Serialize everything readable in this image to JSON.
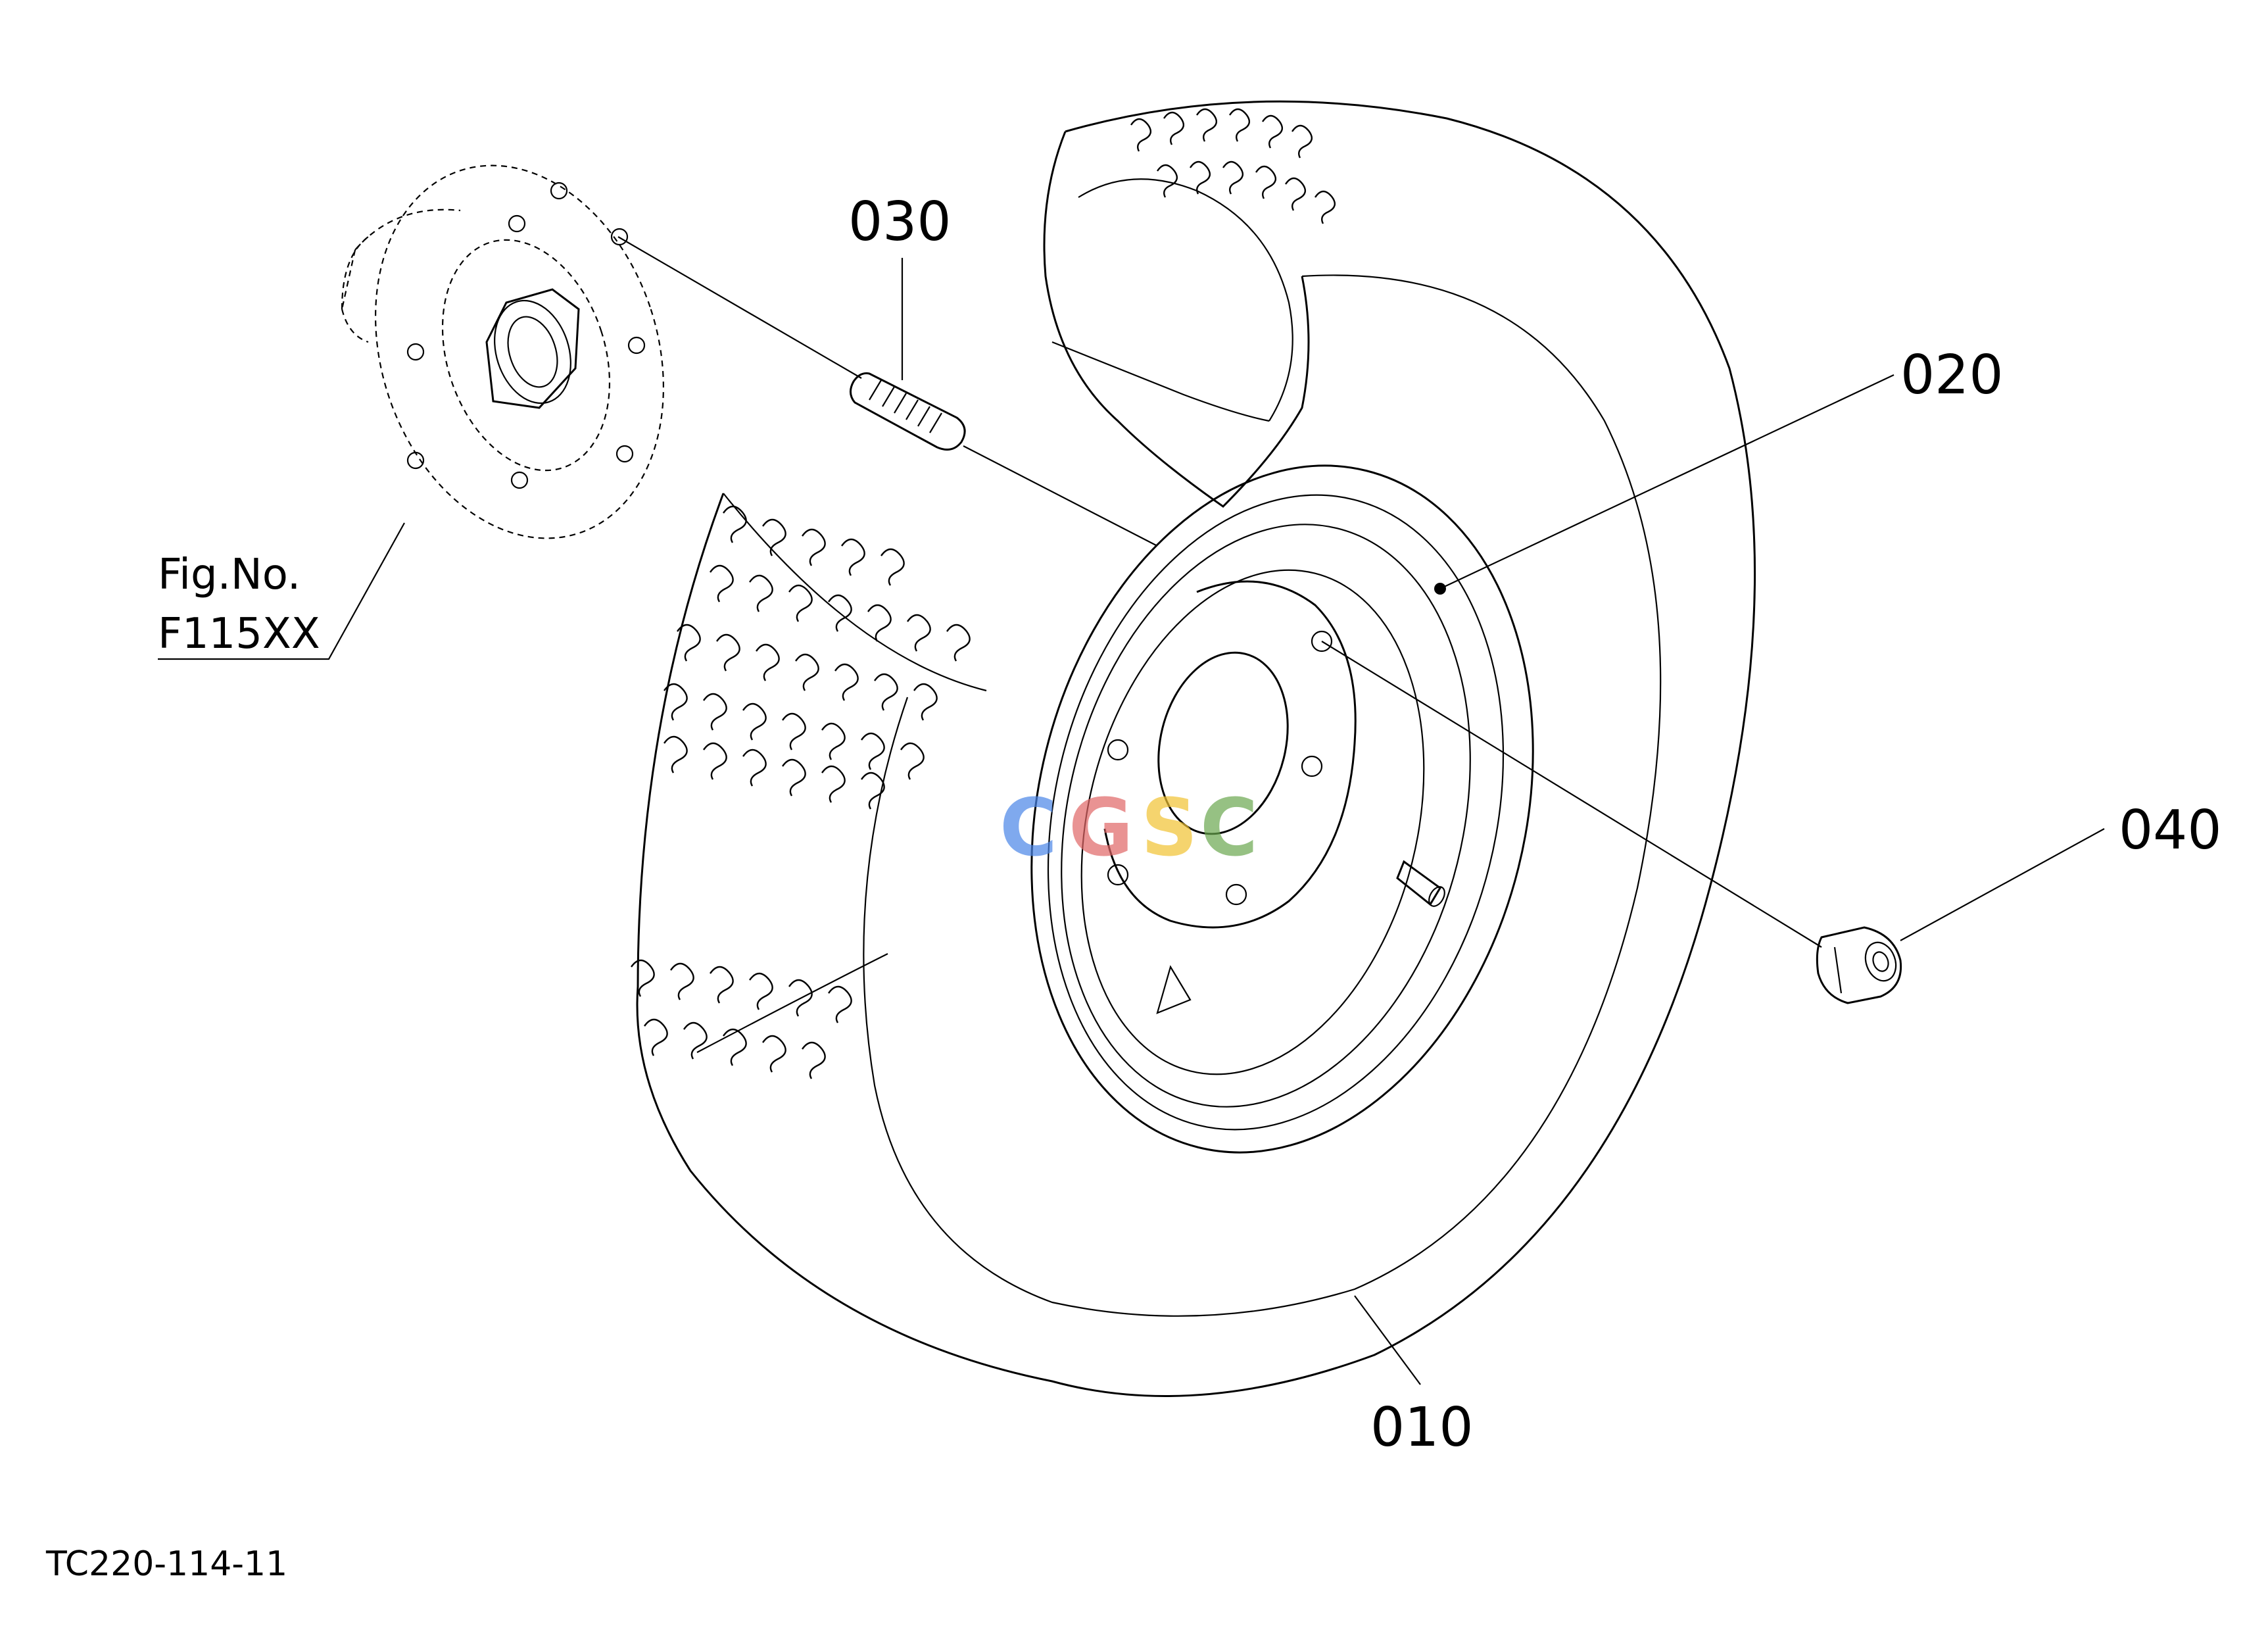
{
  "callouts": {
    "c030": "030",
    "c020": "020",
    "c040": "040",
    "c010": "010"
  },
  "figure_ref": {
    "line1": "Fig.No.",
    "line2": "F115XX"
  },
  "drawing_code": "TC220-114-11",
  "watermark_colors": {
    "c1": "#4a86e8",
    "g": "#e06666",
    "s": "#f1c232",
    "c2": "#6aa84f"
  }
}
